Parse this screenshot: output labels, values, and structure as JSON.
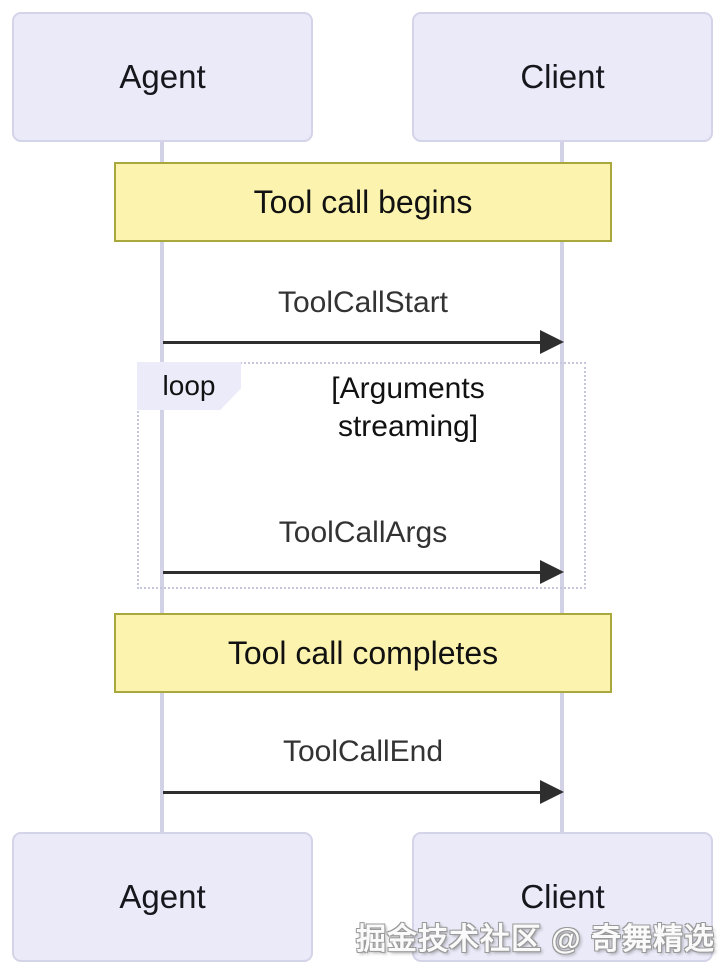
{
  "actors": {
    "agent": "Agent",
    "client": "Client"
  },
  "notes": {
    "begin": "Tool call begins",
    "complete": "Tool call completes"
  },
  "messages": {
    "start": "ToolCallStart",
    "args": "ToolCallArgs",
    "end": "ToolCallEnd"
  },
  "loop": {
    "keyword": "loop",
    "condition": "[Arguments streaming]"
  },
  "watermark": "掘金技术社区 @ 奇舞精选",
  "colors": {
    "actor_fill": "#EAEAF8",
    "actor_border": "#D4D4E8",
    "lifeline": "#D2D2E7",
    "note_fill": "#FCF3AE",
    "note_border": "#A8A83C",
    "loop_border": "#C6C6DD",
    "loop_label_fill": "#EBEBFA",
    "arrow": "#2E2E2E",
    "message_text": "#333333",
    "text": "#111111"
  }
}
